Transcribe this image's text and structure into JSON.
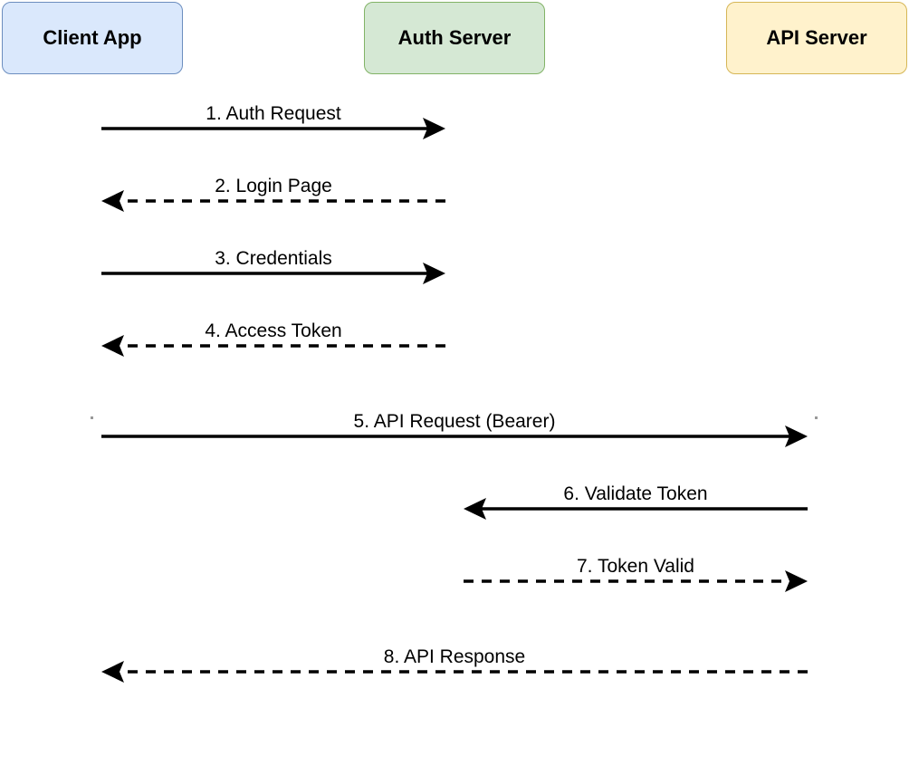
{
  "actors": [
    {
      "id": "client",
      "label": "Client App",
      "fill": "#dae8fc",
      "stroke": "#6c8ebf"
    },
    {
      "id": "auth",
      "label": "Auth Server",
      "fill": "#d5e8d4",
      "stroke": "#82b366"
    },
    {
      "id": "api",
      "label": "API Server",
      "fill": "#fff2cc",
      "stroke": "#d6b656"
    }
  ],
  "messages": [
    {
      "label": "1. Auth Request",
      "from": "client",
      "to": "auth",
      "style": "solid"
    },
    {
      "label": "2. Login Page",
      "from": "auth",
      "to": "client",
      "style": "dashed"
    },
    {
      "label": "3. Credentials",
      "from": "client",
      "to": "auth",
      "style": "solid"
    },
    {
      "label": "4. Access Token",
      "from": "auth",
      "to": "client",
      "style": "dashed"
    },
    {
      "label": "5. API Request (Bearer)",
      "from": "client",
      "to": "api",
      "style": "solid"
    },
    {
      "label": "6. Validate Token",
      "from": "api",
      "to": "auth",
      "style": "solid"
    },
    {
      "label": "7. Token Valid",
      "from": "auth",
      "to": "api",
      "style": "dashed"
    },
    {
      "label": "8. API Response",
      "from": "api",
      "to": "client",
      "style": "dashed"
    }
  ]
}
